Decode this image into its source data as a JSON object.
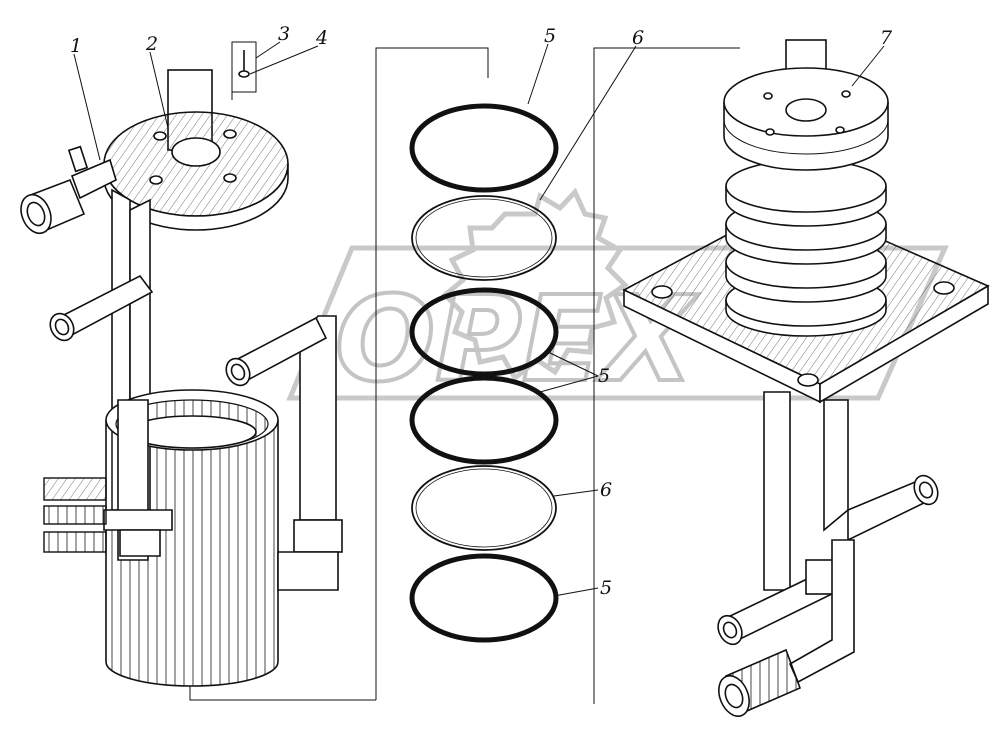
{
  "watermark": {
    "text": "OPEX"
  },
  "callouts": [
    {
      "id": "c1",
      "text": "1"
    },
    {
      "id": "c2",
      "text": "2"
    },
    {
      "id": "c3",
      "text": "3"
    },
    {
      "id": "c4",
      "text": "4"
    },
    {
      "id": "c5a",
      "text": "5"
    },
    {
      "id": "c6a",
      "text": "6"
    },
    {
      "id": "c7",
      "text": "7"
    },
    {
      "id": "c5b",
      "text": "5"
    },
    {
      "id": "c6b",
      "text": "6"
    },
    {
      "id": "c5c",
      "text": "5"
    }
  ]
}
